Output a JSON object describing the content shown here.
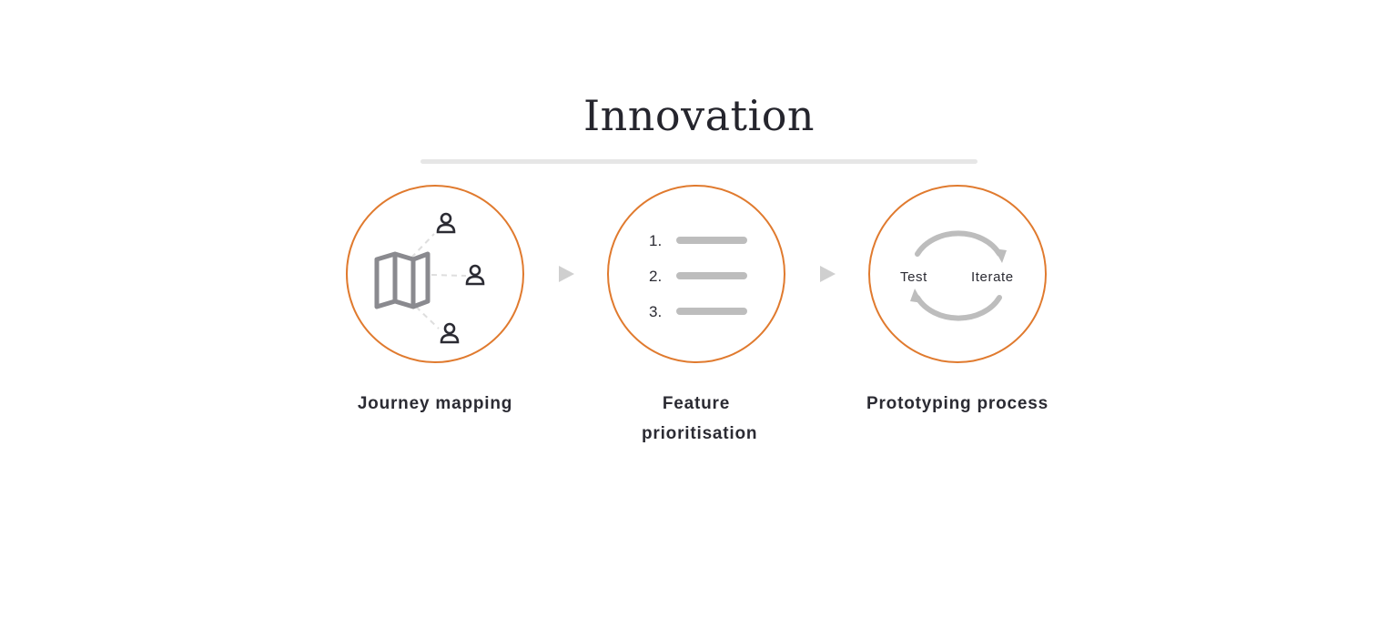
{
  "title": "Innovation",
  "colors": {
    "accent": "#e07a2e",
    "icon_gray": "#8a8a8f",
    "line_gray": "#bdbdbd",
    "arrow_gray": "#cfcfcf",
    "divider": "#e6e6e6",
    "text_dark": "#2b2b33"
  },
  "steps": [
    {
      "label": "Journey mapping",
      "icon": "map-with-users-icon"
    },
    {
      "label": "Feature prioritisation",
      "icon": "numbered-list-icon"
    },
    {
      "label": "Prototyping process",
      "icon": "cycle-arrows-icon"
    }
  ],
  "priority_list": [
    "1.",
    "2.",
    "3."
  ],
  "cycle": {
    "left": "Test",
    "right": "Iterate"
  }
}
